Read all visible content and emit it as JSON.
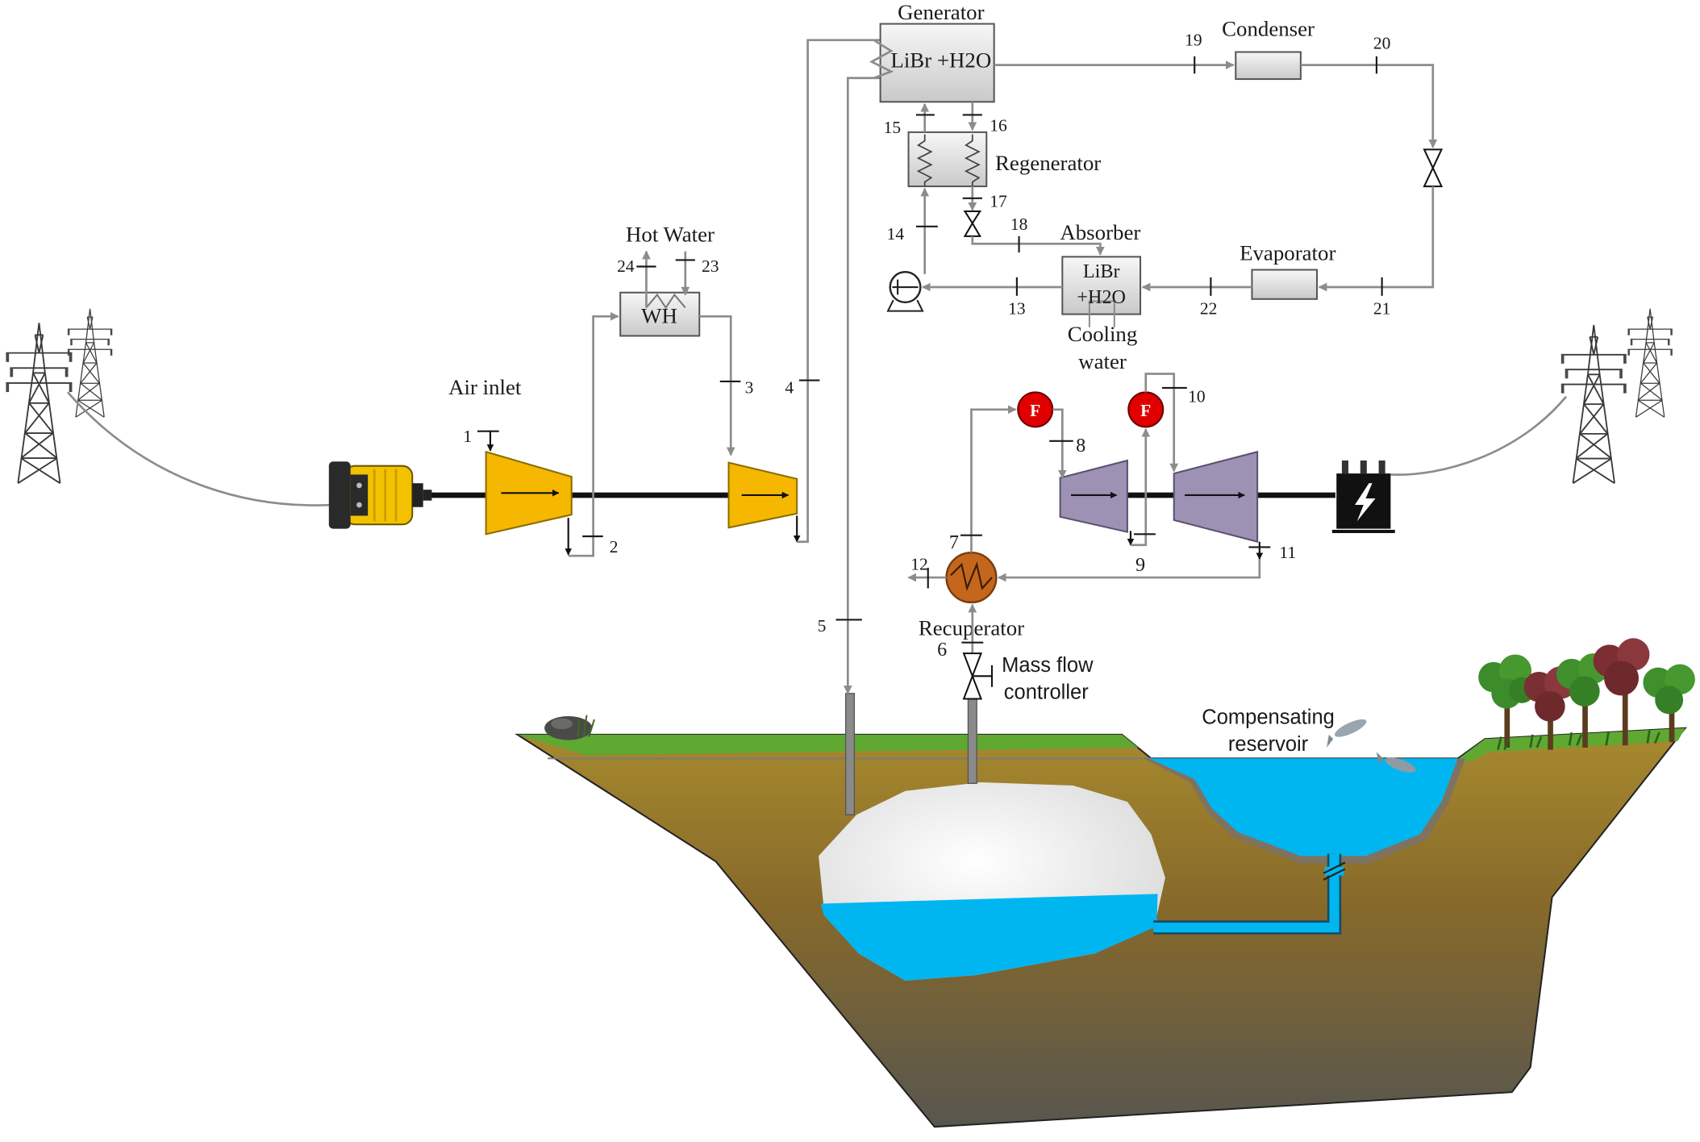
{
  "components": {
    "generator": {
      "label": "Generator",
      "content": "LiBr +H2O"
    },
    "condenser": {
      "label": "Condenser"
    },
    "regenerator": {
      "label": "Regenerator"
    },
    "absorber": {
      "label": "Absorber",
      "content_line1": "LiBr",
      "content_line2": "+H2O"
    },
    "evaporator": {
      "label": "Evaporator"
    },
    "cooling_water": {
      "line1": "Cooling",
      "line2": "water"
    },
    "water_heater": {
      "label": "WH"
    },
    "hot_water": {
      "label": "Hot Water"
    },
    "air_inlet": {
      "label": "Air inlet"
    },
    "combustor_1": {
      "label": "F"
    },
    "combustor_2": {
      "label": "F"
    },
    "recuperator": {
      "label": "Recuperator"
    },
    "mass_flow_controller": {
      "line1": "Mass flow",
      "line2": "controller"
    },
    "compensating_reservoir": {
      "line1": "Compensating",
      "line2": "reservoir"
    }
  },
  "streams": [
    "1",
    "2",
    "3",
    "4",
    "5",
    "6",
    "7",
    "8",
    "9",
    "10",
    "11",
    "12",
    "13",
    "14",
    "15",
    "16",
    "17",
    "18",
    "19",
    "20",
    "21",
    "22",
    "23",
    "24"
  ],
  "colors": {
    "compressor": "#f5b700",
    "turbine": "#9d91b4",
    "combustor": "#e00000",
    "recuperator": "#c4661c",
    "water": "#00b6f0",
    "grass": "#5fa832"
  }
}
